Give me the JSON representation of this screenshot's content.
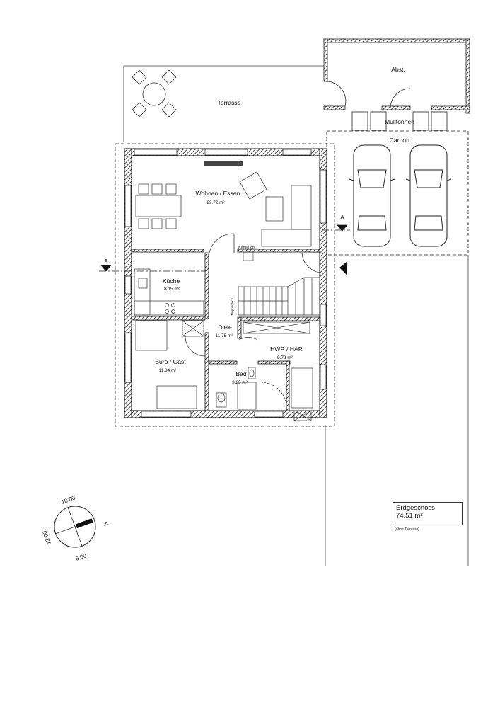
{
  "plan": {
    "rooms": {
      "terrace": {
        "name": "Terrasse"
      },
      "living": {
        "name": "Wohnen / Essen",
        "area": "29.72 m²"
      },
      "kitchen": {
        "name": "Küche",
        "area": "8.15 m²"
      },
      "hall": {
        "name": "Diele",
        "area": "11.75 m²"
      },
      "utility": {
        "name": "HWR / HAR",
        "area": "9.72 m²"
      },
      "office": {
        "name": "Büro / Gast",
        "area": "11.34 m²"
      },
      "bath": {
        "name": "Bad",
        "area": "3.83 m²"
      },
      "storage": {
        "name": "Abst."
      },
      "bins": {
        "name": "Mülltonnen"
      },
      "carport": {
        "name": "Carport"
      }
    },
    "annotations": {
      "fireplace": "Kamin opt.",
      "stair_hole": "Treppenloch",
      "section_left": "A",
      "section_right": "A"
    }
  },
  "compass": {
    "north": "N",
    "top": "18:00",
    "bottom": "6:00",
    "left": "12:00"
  },
  "info": {
    "title": "Erdgeschoss",
    "area": "74.51 m²",
    "note": "(ohne Terrasse)"
  }
}
